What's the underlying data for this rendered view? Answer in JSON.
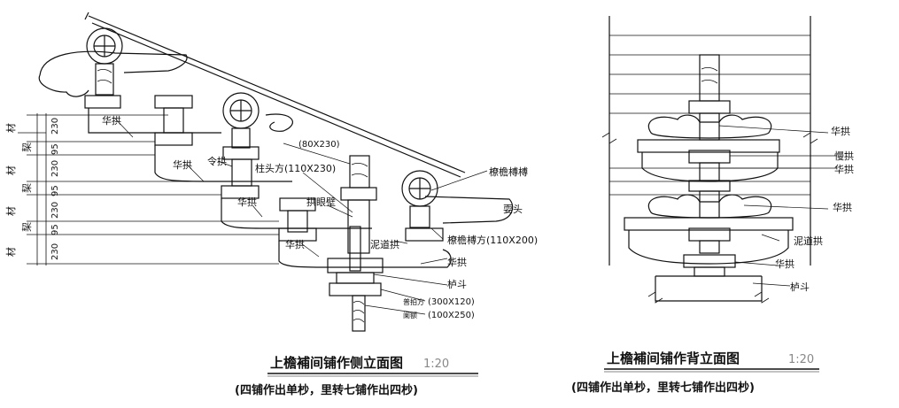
{
  "left": {
    "title": "上檐補间铺作侧立面图",
    "scale": "1:20",
    "subtitle": "(四铺作出单杪，里转七铺作出四杪)",
    "labels": {
      "huagong_1": "华拱",
      "huagong_2": "华拱",
      "linggong": "令拱",
      "zhutoufang": "柱头方(110X230)",
      "dim_80x230": "(80X230)",
      "gonganbi": "拱眼壁",
      "huagong_3": "华拱",
      "huagong_4": "华拱",
      "nidaogong": "泥道拱",
      "huagong_5": "华拱",
      "tuantuan": "橑檐榑榑",
      "shuatou": "耍头",
      "tuanfang": "橑檐榑方(110X200)",
      "ludou": "栌斗",
      "pupaifang": "普拍方",
      "dim_300x120": "(300X120)",
      "lan_e": "阑额",
      "dim_100x250": "(100X250)"
    },
    "dims": {
      "values": [
        "230",
        "95",
        "230",
        "95",
        "230",
        "95",
        "230"
      ],
      "side_labels": [
        "材",
        "栔",
        "材",
        "栔",
        "材",
        "栔",
        "材"
      ]
    }
  },
  "right": {
    "title": "上檐補间铺作背立面图",
    "scale": "1:20",
    "subtitle": "(四铺作出单杪，里转七铺作出四杪)",
    "labels": {
      "huagong_a": "华拱",
      "mangong": "慢拱",
      "huagong_b": "华拱",
      "huagong_c": "华拱",
      "nidaogong": "泥道拱",
      "huagong_d": "华拱",
      "ludou": "栌斗"
    }
  }
}
